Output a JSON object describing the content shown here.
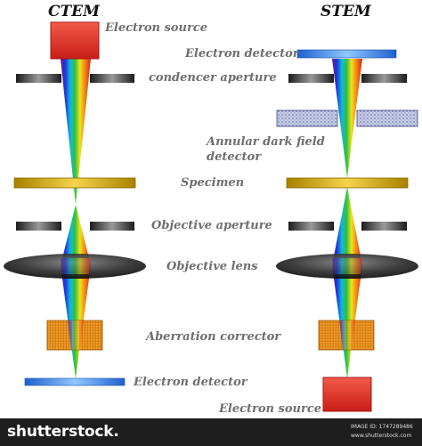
{
  "diagram": {
    "left_title": "CTEM",
    "right_title": "STEM",
    "left_labels": {
      "electron_source": "Electron source",
      "condenser_aperture": "condencer aperture",
      "specimen": "Specimen",
      "objective_aperture": "Objective aperture",
      "objective_lens": "Objective lens",
      "aberration_corrector": "Aberration corrector",
      "electron_detector": "Electron detector"
    },
    "right_labels": {
      "electron_detector": "Electron detector",
      "adf_line1": "Annular dark field",
      "adf_line2": "detector",
      "electron_source": "Electron source"
    },
    "colors": {
      "source": "#e8352a",
      "detector": "#3f8fe3",
      "aperture": "#3a3a3a",
      "specimen": "#c9a400",
      "lens": "#1a1a1a",
      "corrector": "#e58a12",
      "adf": "#8f9ac6"
    }
  },
  "footer": {
    "brand": "shutterstock",
    "brand_suffix": ".",
    "image_id_label": "IMAGE ID: 1747289486",
    "site": "www.shutterstock.com"
  }
}
